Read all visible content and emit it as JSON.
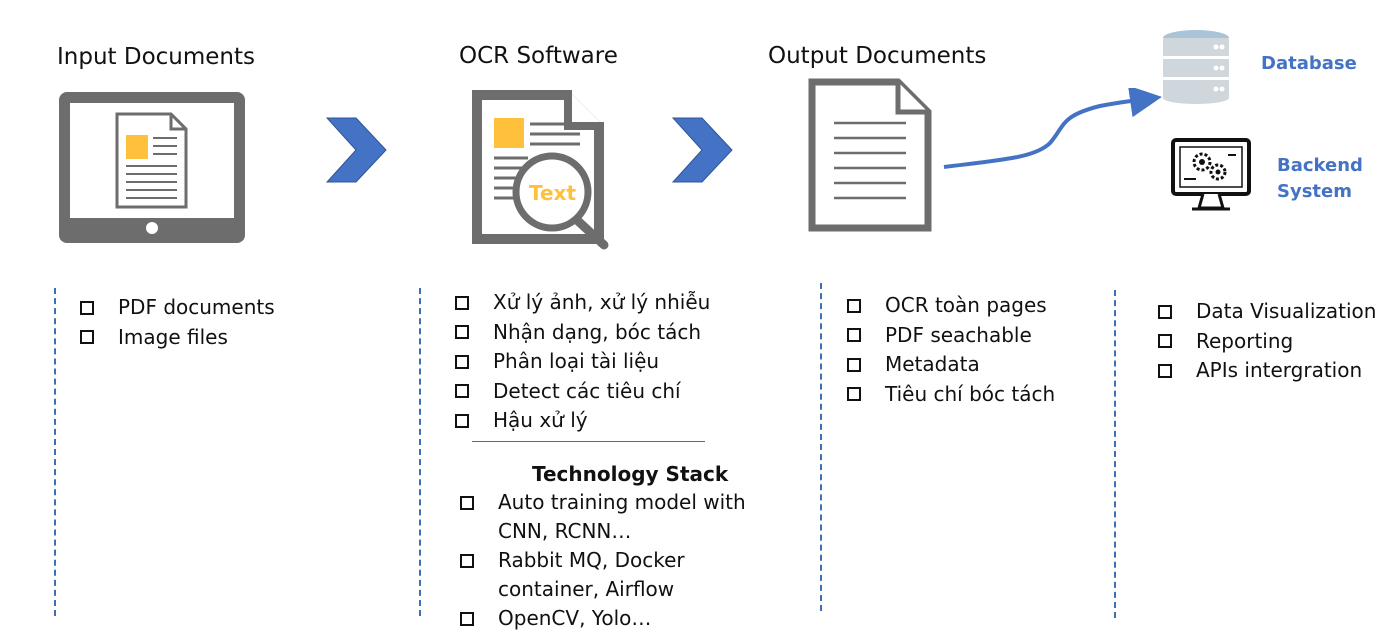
{
  "headings": {
    "input": "Input Documents",
    "ocr": "OCR Software",
    "output": "Output Documents"
  },
  "icon_text": "Text",
  "targets": {
    "database": "Database",
    "backend_line1": "Backend",
    "backend_line2": "System"
  },
  "lists": {
    "input": [
      "PDF documents",
      "Image files"
    ],
    "ocr": [
      "Xử lý ảnh, xử lý nhiễu",
      "Nhận dạng, bóc tách",
      "Phân loại tài liệu",
      "Detect các tiêu chí",
      "Hậu xử lý"
    ],
    "output": [
      "OCR toàn pages",
      "PDF seachable",
      "Metadata",
      "Tiêu chí bóc tách"
    ],
    "backend": [
      "Data Visualization",
      "Reporting",
      "APIs intergration"
    ]
  },
  "tech_stack": {
    "title": "Technology Stack",
    "items": [
      {
        "line1": "Auto training model with",
        "line2": "CNN, RCNN…"
      },
      {
        "line1": "Rabbit MQ, Docker",
        "line2": "container, Airflow"
      },
      {
        "line1": "OpenCV, Yolo…",
        "line2": ""
      }
    ]
  },
  "colors": {
    "arrow_blue": "#4472c4",
    "doc_yellow": "#ffc13b",
    "device_gray": "#6d6d6d",
    "divider_blue": "#3b6fb6"
  }
}
